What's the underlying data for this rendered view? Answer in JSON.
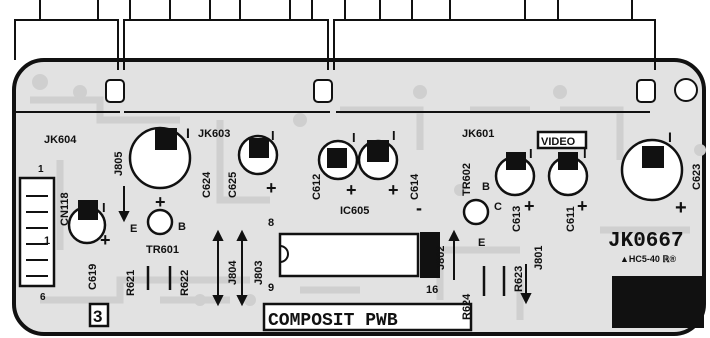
{
  "board": {
    "title": "COMPOSIT PWB",
    "part_number": "JK0667",
    "mark": "▲HC5-40 ℝ®",
    "page_number": "3",
    "video_label": "VIDEO"
  },
  "connectors": {
    "jk604": "JK604",
    "jk603": "JK603",
    "jk601": "JK601",
    "cn118": "CN118",
    "cn_pin_top": "1",
    "cn_pin_bottom": "6"
  },
  "ic": {
    "name": "IC605",
    "pin_8": "8",
    "pin_9": "9",
    "pin_16": "16"
  },
  "transistors": {
    "tr601": "TR601",
    "tr601_e": "E",
    "tr601_b": "B",
    "tr602": "TR602",
    "tr602_b": "B",
    "tr602_c": "C",
    "tr602_e": "E"
  },
  "capacitors": {
    "c624": "C624",
    "c625": "C625",
    "c612": "C612",
    "c614": "C614",
    "c613": "C613",
    "c611": "C611",
    "c623": "C623",
    "c619": "C619"
  },
  "jumpers": {
    "j805": "J805",
    "j804": "J804",
    "j803": "J803",
    "j802": "J802",
    "j801": "J801"
  },
  "resistors": {
    "r621": "R621",
    "r622": "R622",
    "r623": "R623",
    "r624": "R624"
  },
  "symbols": {
    "plus": "+",
    "minus": "-",
    "one": "1",
    "stripe": "I"
  },
  "colors": {
    "board": "#e2e2e2",
    "trace": "#d2d2d2",
    "ink": "#111111"
  }
}
